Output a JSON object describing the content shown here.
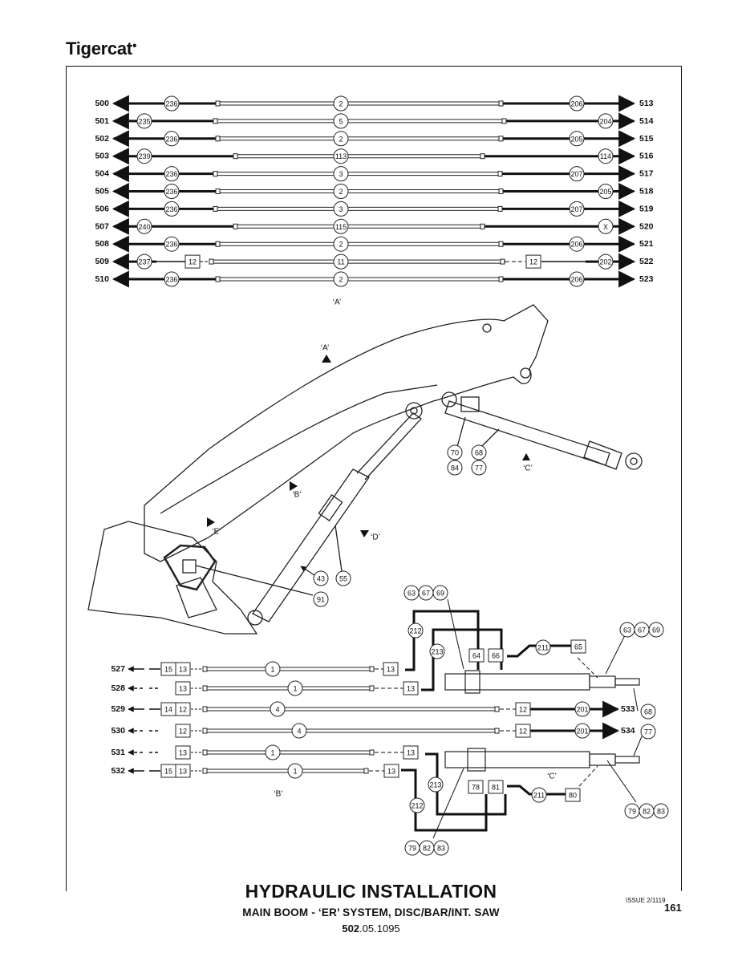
{
  "brand": "Tigercat",
  "title": "HYDRAULIC INSTALLATION",
  "subtitle": "MAIN BOOM - ‘ER’ SYSTEM, DISC/BAR/INT. SAW",
  "part_number_bold": "502",
  "part_number_rest": ".05.1095",
  "issue": "ISSUE 2/1119",
  "page": "161",
  "hose_rows": [
    {
      "left_port": "500",
      "left_fit": "236",
      "hose": "2",
      "right_fit": "206",
      "right_port": "513"
    },
    {
      "left_port": "501",
      "left_fit": "235",
      "hose": "5",
      "right_fit": "204",
      "right_port": "514"
    },
    {
      "left_port": "502",
      "left_fit": "236",
      "hose": "2",
      "right_fit": "205",
      "right_port": "515"
    },
    {
      "left_port": "503",
      "left_fit": "239",
      "hose": "113",
      "right_fit": "114",
      "right_port": "516"
    },
    {
      "left_port": "504",
      "left_fit": "236",
      "hose": "3",
      "right_fit": "207",
      "right_port": "517"
    },
    {
      "left_port": "505",
      "left_fit": "236",
      "hose": "2",
      "right_fit": "205",
      "right_port": "518"
    },
    {
      "left_port": "506",
      "left_fit": "236",
      "hose": "3",
      "right_fit": "207",
      "right_port": "519"
    },
    {
      "left_port": "507",
      "left_fit": "240",
      "hose": "115",
      "right_fit": "X",
      "right_port": "520"
    },
    {
      "left_port": "508",
      "left_fit": "236",
      "hose": "2",
      "right_fit": "206",
      "right_port": "521"
    },
    {
      "left_port": "509",
      "left_fit": "237",
      "left_box": "12",
      "hose": "11",
      "right_box": "12",
      "right_fit": "202",
      "right_port": "522"
    },
    {
      "left_port": "510",
      "left_fit": "236",
      "hose": "2",
      "right_fit": "206",
      "right_port": "523"
    }
  ],
  "view_labels": {
    "a_top": "‘A’",
    "a": "‘A’",
    "b": "‘B’",
    "c": "‘C’",
    "d": "‘D’",
    "e": "‘E’",
    "b_lower": "‘B’",
    "c_lower": "‘C’"
  },
  "boom_callouts": {
    "c70": "70",
    "c84": "84",
    "c68": "68",
    "c77": "77",
    "c43": "43",
    "c55": "55",
    "c91": "91"
  },
  "lower_rows": [
    {
      "port": "527",
      "boxes": [
        "15",
        "13"
      ],
      "hose": "1",
      "end_box": "13"
    },
    {
      "port": "528",
      "boxes": [
        "13"
      ],
      "hose": "1",
      "end_box": "13"
    },
    {
      "port": "529",
      "boxes": [
        "14",
        "12"
      ],
      "hose": "4",
      "end_box": "12",
      "fit": "201",
      "right_port": "533"
    },
    {
      "port": "530",
      "boxes": [
        "12"
      ],
      "hose": "4",
      "end_box": "12",
      "fit": "201",
      "right_port": "534"
    },
    {
      "port": "531",
      "boxes": [
        "13"
      ],
      "hose": "1",
      "end_box": "13"
    },
    {
      "port": "532",
      "boxes": [
        "15",
        "13"
      ],
      "hose": "1",
      "end_box": "13"
    }
  ],
  "cyl_callouts": {
    "upper_left_group": [
      "63",
      "67",
      "69"
    ],
    "c212a": "212",
    "c213a": "213",
    "c64": "64",
    "c66": "66",
    "c211a": "211",
    "c65": "65",
    "upper_right_group": [
      "63",
      "67",
      "69"
    ],
    "c68": "68",
    "c77": "77",
    "c213b": "213",
    "c212b": "212",
    "c78": "78",
    "c81": "81",
    "c211b": "211",
    "c80": "80",
    "lower_right_group": [
      "79",
      "82",
      "83"
    ],
    "lower_left_group": [
      "79",
      "82",
      "83"
    ]
  }
}
